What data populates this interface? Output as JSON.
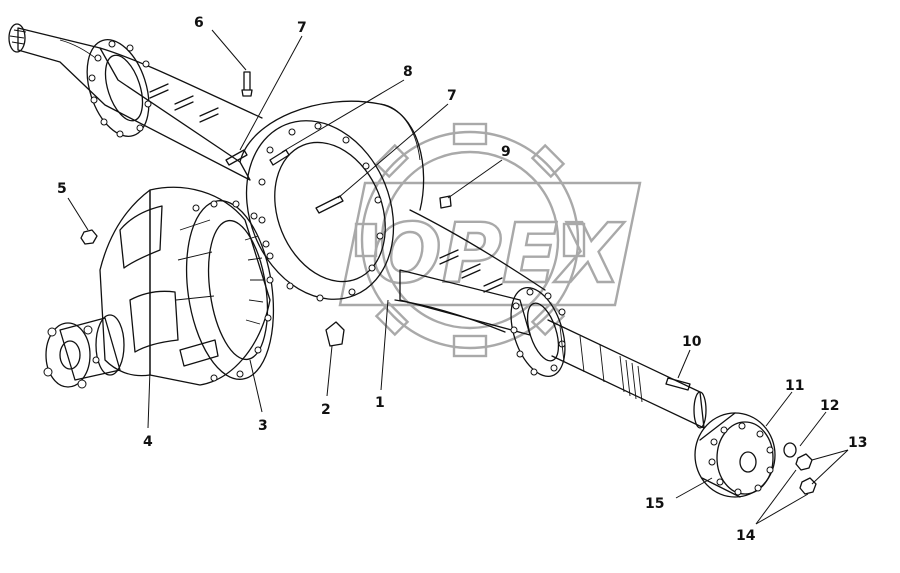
{
  "diagram": {
    "watermark_text": "OPEX",
    "callouts": [
      {
        "id": "6",
        "text": "6"
      },
      {
        "id": "7a",
        "text": "7"
      },
      {
        "id": "8",
        "text": "8"
      },
      {
        "id": "7b",
        "text": "7"
      },
      {
        "id": "9",
        "text": "9"
      },
      {
        "id": "5",
        "text": "5"
      },
      {
        "id": "4",
        "text": "4"
      },
      {
        "id": "3",
        "text": "3"
      },
      {
        "id": "2",
        "text": "2"
      },
      {
        "id": "1",
        "text": "1"
      },
      {
        "id": "10",
        "text": "10"
      },
      {
        "id": "11",
        "text": "11"
      },
      {
        "id": "12",
        "text": "12"
      },
      {
        "id": "13",
        "text": "13"
      },
      {
        "id": "15",
        "text": "15"
      },
      {
        "id": "14",
        "text": "14"
      }
    ],
    "colors": {
      "line": "#111111",
      "watermark": "#a9a9a9",
      "background": "#ffffff"
    }
  }
}
